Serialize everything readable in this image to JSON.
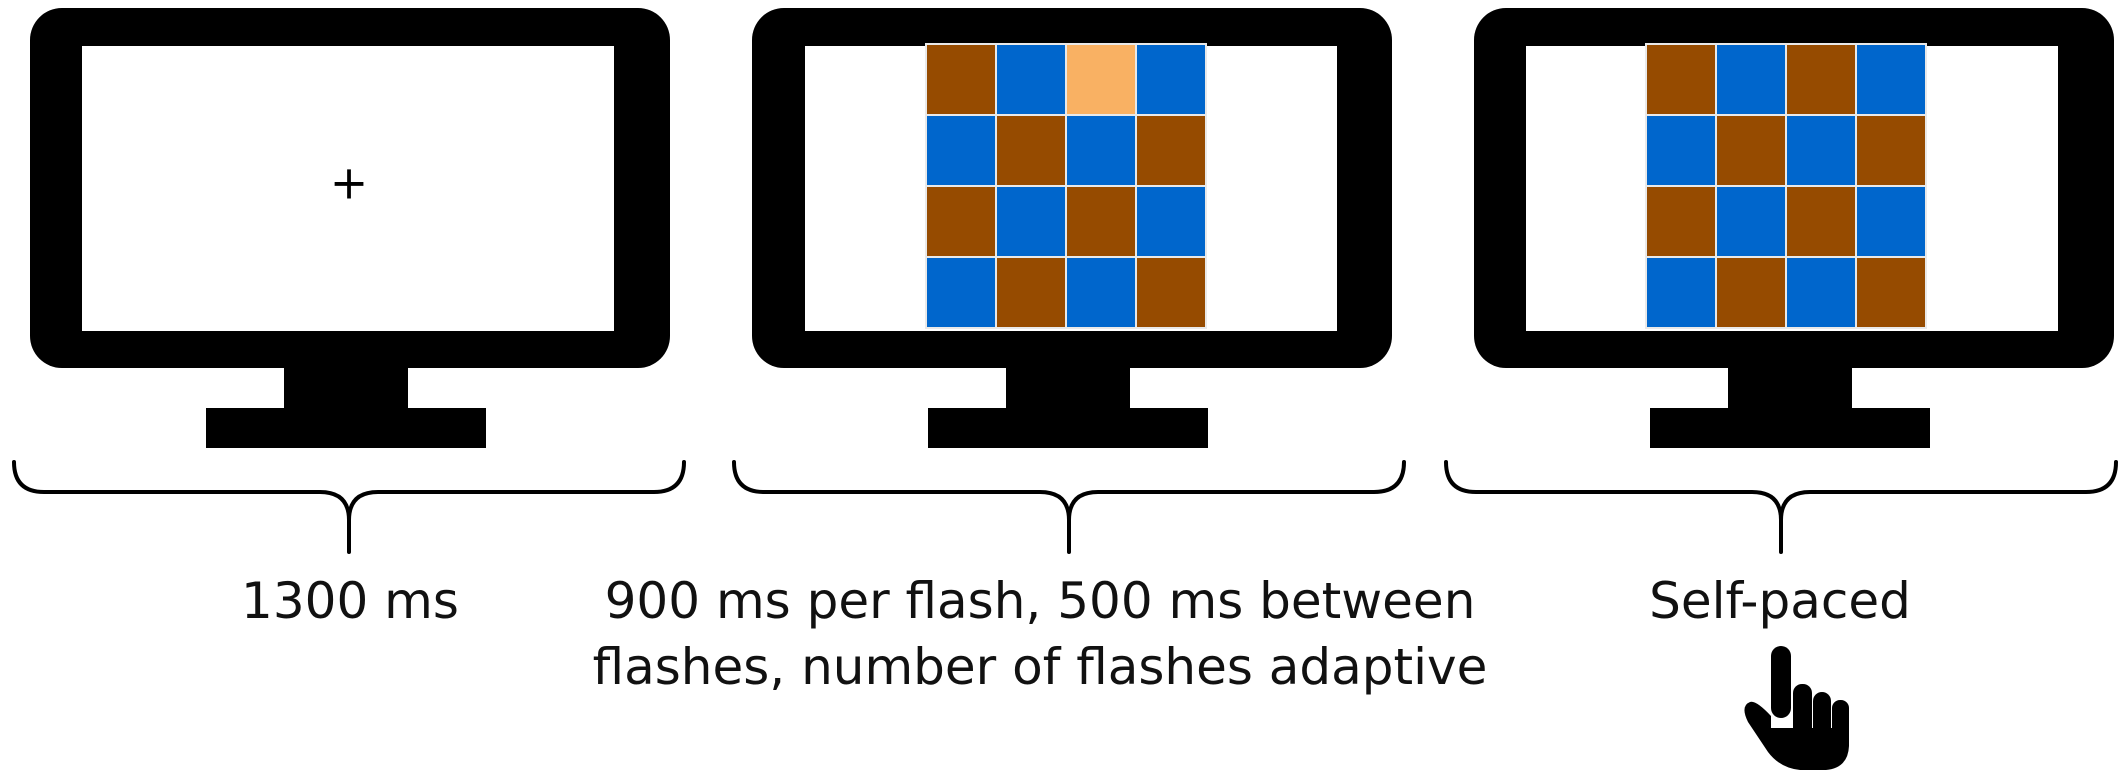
{
  "fixation": {
    "symbol": "+"
  },
  "colors": {
    "frame": "#000000",
    "screen": "#ffffff",
    "brown": "#964B00",
    "blue": "#0066CC",
    "highlight": "#F9B163",
    "grid_line": "#e9e9e9"
  },
  "grids": {
    "flash": [
      [
        "brown",
        "blue",
        "highlight",
        "blue"
      ],
      [
        "blue",
        "brown",
        "blue",
        "brown"
      ],
      [
        "brown",
        "blue",
        "brown",
        "blue"
      ],
      [
        "blue",
        "brown",
        "blue",
        "brown"
      ]
    ],
    "response": [
      [
        "brown",
        "blue",
        "brown",
        "blue"
      ],
      [
        "blue",
        "brown",
        "blue",
        "brown"
      ],
      [
        "brown",
        "blue",
        "brown",
        "blue"
      ],
      [
        "blue",
        "brown",
        "blue",
        "brown"
      ]
    ]
  },
  "labels": {
    "fixation_duration": "1300 ms",
    "flash_timing_line1": "900 ms per flash, 500 ms between",
    "flash_timing_line2": "flashes, number of flashes adaptive",
    "response": "Self-paced"
  },
  "icons": {
    "response_icon": "pointing-hand-icon"
  }
}
